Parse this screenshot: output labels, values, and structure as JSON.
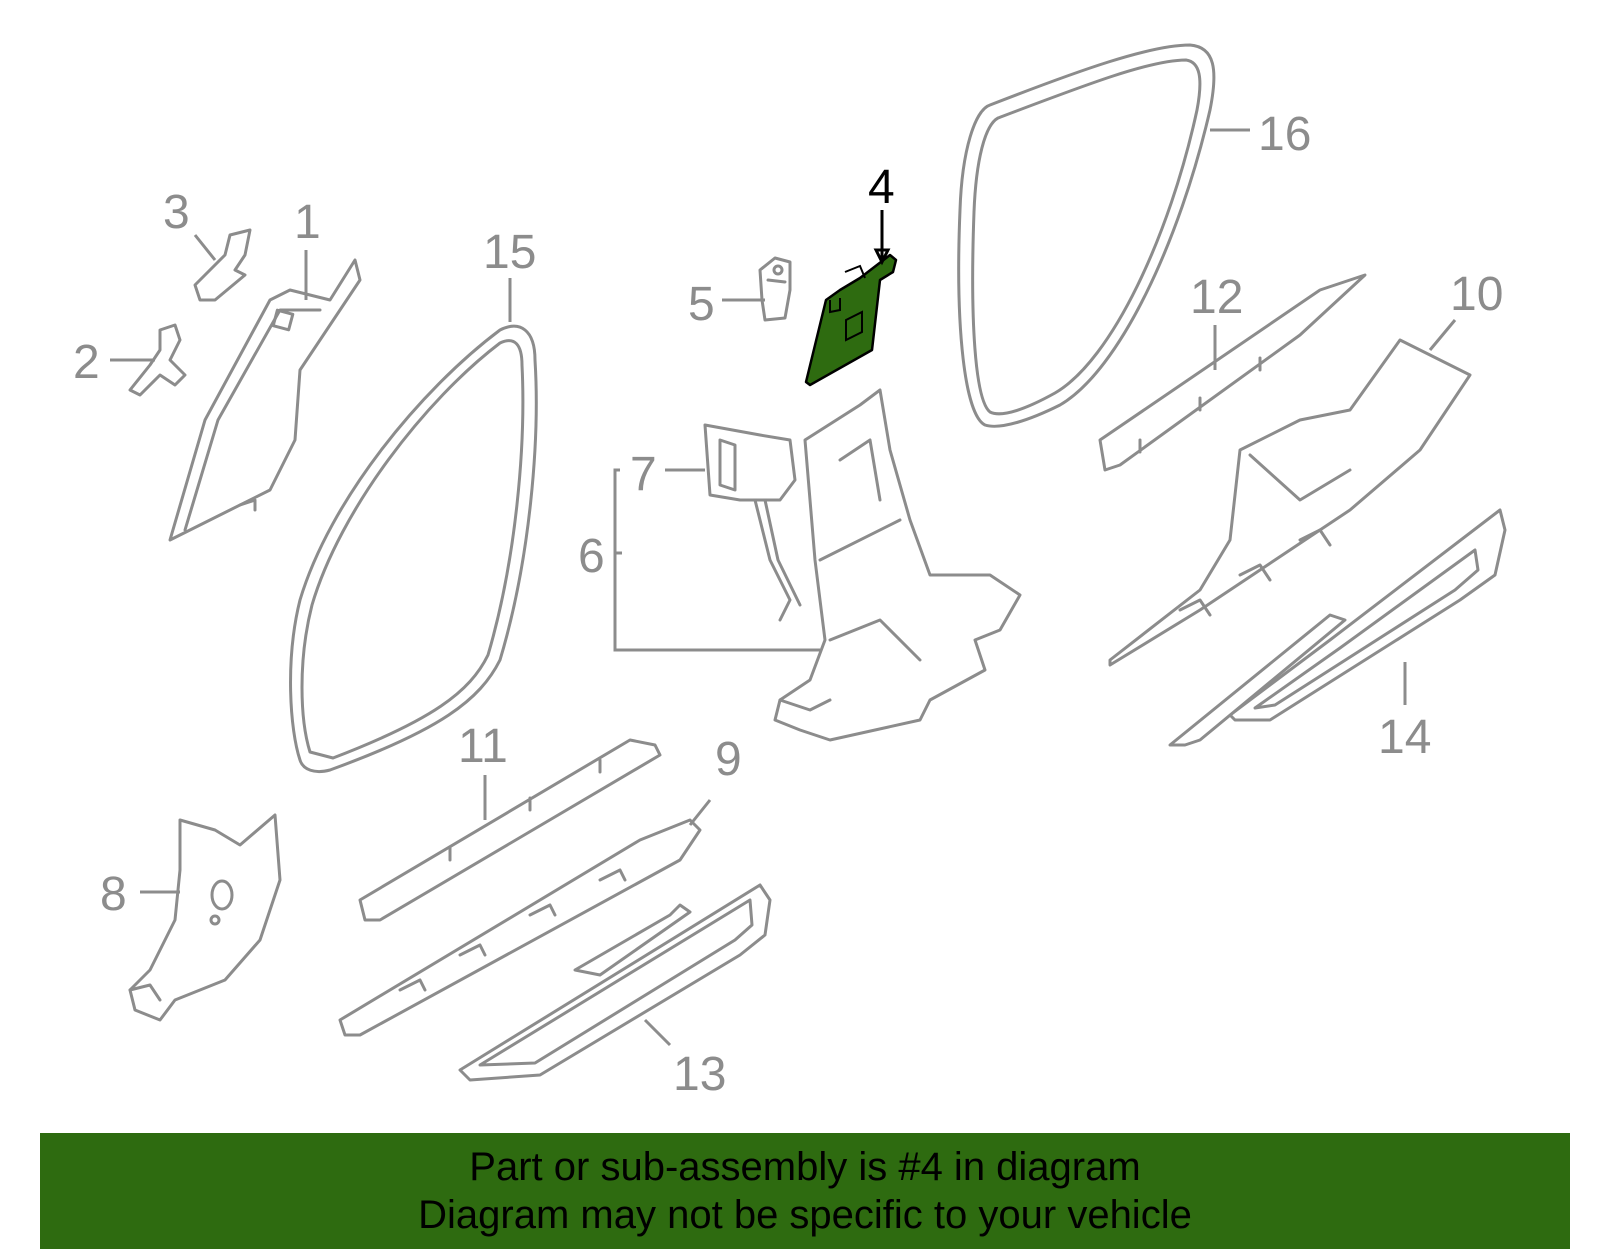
{
  "diagram": {
    "highlight_color": "#2e6b10",
    "line_color": "#8c8c8c",
    "callouts": [
      {
        "id": "1",
        "label": "1"
      },
      {
        "id": "2",
        "label": "2"
      },
      {
        "id": "3",
        "label": "3"
      },
      {
        "id": "4",
        "label": "4",
        "highlighted": true
      },
      {
        "id": "5",
        "label": "5"
      },
      {
        "id": "6",
        "label": "6"
      },
      {
        "id": "7",
        "label": "7"
      },
      {
        "id": "8",
        "label": "8"
      },
      {
        "id": "9",
        "label": "9"
      },
      {
        "id": "10",
        "label": "10"
      },
      {
        "id": "11",
        "label": "11"
      },
      {
        "id": "12",
        "label": "12"
      },
      {
        "id": "13",
        "label": "13"
      },
      {
        "id": "14",
        "label": "14"
      },
      {
        "id": "15",
        "label": "15"
      },
      {
        "id": "16",
        "label": "16"
      }
    ]
  },
  "banner": {
    "line1": "Part or sub-assembly is #4 in diagram",
    "line2": "Diagram may not be specific to your vehicle",
    "background": "#2e6b10"
  }
}
